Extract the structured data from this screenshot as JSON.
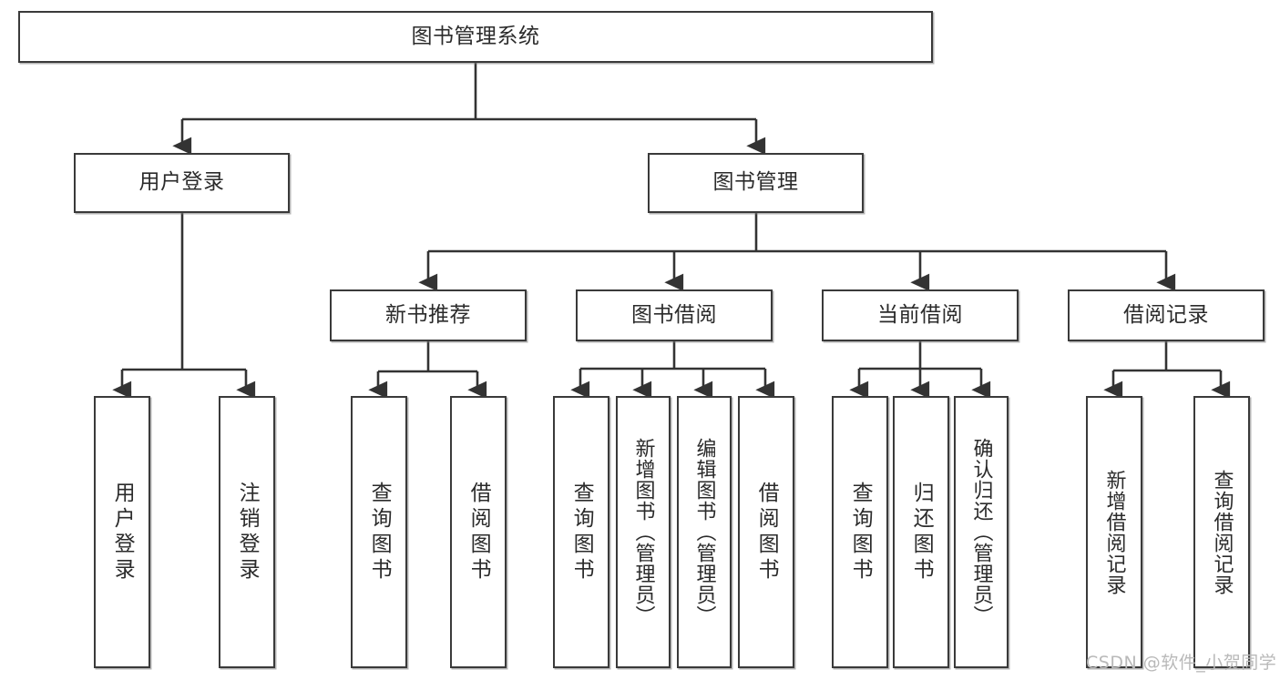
{
  "diagram": {
    "type": "tree",
    "title": "图书管理系统",
    "watermark": "CSDN @软件_小贺同学",
    "colors": {
      "box_border": "#3a3a3a",
      "box_fill": "#ffffff",
      "connector": "#333333",
      "text": "#2b2b2b",
      "watermark": "#b9b9b9",
      "background": "#ffffff"
    },
    "levels": {
      "level1": [
        {
          "id": "root",
          "label": "图书管理系统",
          "orientation": "horizontal"
        }
      ],
      "level2": [
        {
          "id": "user-login",
          "label": "用户登录",
          "orientation": "horizontal",
          "parent": "root"
        },
        {
          "id": "book-manage",
          "label": "图书管理",
          "orientation": "horizontal",
          "parent": "root"
        }
      ],
      "level3": [
        {
          "id": "new-book-rec",
          "label": "新书推荐",
          "orientation": "horizontal",
          "parent": "book-manage"
        },
        {
          "id": "book-borrow",
          "label": "图书借阅",
          "orientation": "horizontal",
          "parent": "book-manage"
        },
        {
          "id": "current-borrow",
          "label": "当前借阅",
          "orientation": "horizontal",
          "parent": "book-manage"
        },
        {
          "id": "borrow-record",
          "label": "借阅记录",
          "orientation": "horizontal",
          "parent": "book-manage"
        }
      ],
      "level4": [
        {
          "id": "leaf-user-login",
          "label": "用户登录",
          "orientation": "vertical",
          "parent": "user-login"
        },
        {
          "id": "leaf-user-logout",
          "label": "注销登录",
          "orientation": "vertical",
          "parent": "user-login"
        },
        {
          "id": "leaf-query-book-rec",
          "label": "查询图书",
          "orientation": "vertical",
          "parent": "new-book-rec"
        },
        {
          "id": "leaf-borrow-book-rec",
          "label": "借阅图书",
          "orientation": "vertical",
          "parent": "new-book-rec"
        },
        {
          "id": "leaf-query-book-br",
          "label": "查询图书",
          "orientation": "vertical",
          "parent": "book-borrow"
        },
        {
          "id": "leaf-add-book",
          "label": "新增图书（管理员）",
          "orientation": "vertical",
          "parent": "book-borrow"
        },
        {
          "id": "leaf-edit-book",
          "label": "编辑图书（管理员）",
          "orientation": "vertical",
          "parent": "book-borrow"
        },
        {
          "id": "leaf-borrow-book-br",
          "label": "借阅图书",
          "orientation": "vertical",
          "parent": "book-borrow"
        },
        {
          "id": "leaf-query-book-cb",
          "label": "查询图书",
          "orientation": "vertical",
          "parent": "current-borrow"
        },
        {
          "id": "leaf-return-book",
          "label": "归还图书",
          "orientation": "vertical",
          "parent": "current-borrow"
        },
        {
          "id": "leaf-confirm-return",
          "label": "确认归还（管理员）",
          "orientation": "vertical",
          "parent": "current-borrow"
        },
        {
          "id": "leaf-add-record",
          "label": "新增借阅记录",
          "orientation": "vertical",
          "parent": "borrow-record"
        },
        {
          "id": "leaf-query-record",
          "label": "查询借阅记录",
          "orientation": "vertical",
          "parent": "borrow-record"
        }
      ]
    }
  }
}
